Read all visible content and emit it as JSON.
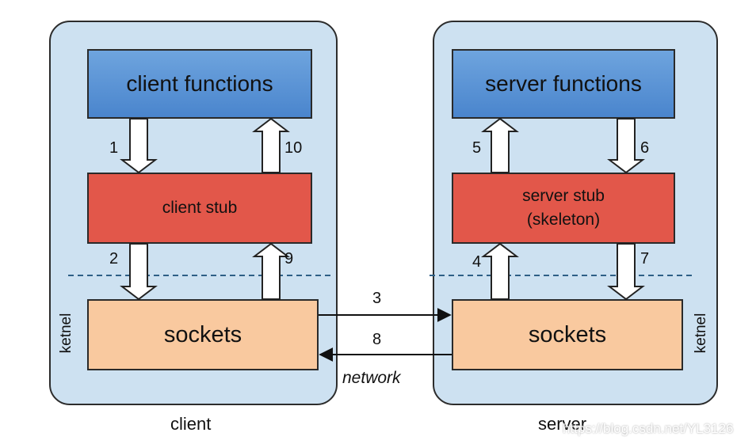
{
  "client": {
    "caption": "client",
    "kernel_label": "ketnel",
    "functions": "client functions",
    "stub": "client stub",
    "sockets": "sockets"
  },
  "server": {
    "caption": "server",
    "kernel_label": "ketnel",
    "functions": "server functions",
    "stub": "server stub\n(skeleton)",
    "sockets": "sockets"
  },
  "steps": [
    "1",
    "2",
    "3",
    "4",
    "5",
    "6",
    "7",
    "8",
    "9",
    "10"
  ],
  "network_label": "network",
  "watermark": "https://blog.csdn.net/YL3126",
  "colors": {
    "panel": "#cde1f1",
    "functions_box": "#4a85cd",
    "stub_box": "#e2574a",
    "sockets_box": "#f9c99f",
    "kernel_line": "#2e5f86"
  }
}
